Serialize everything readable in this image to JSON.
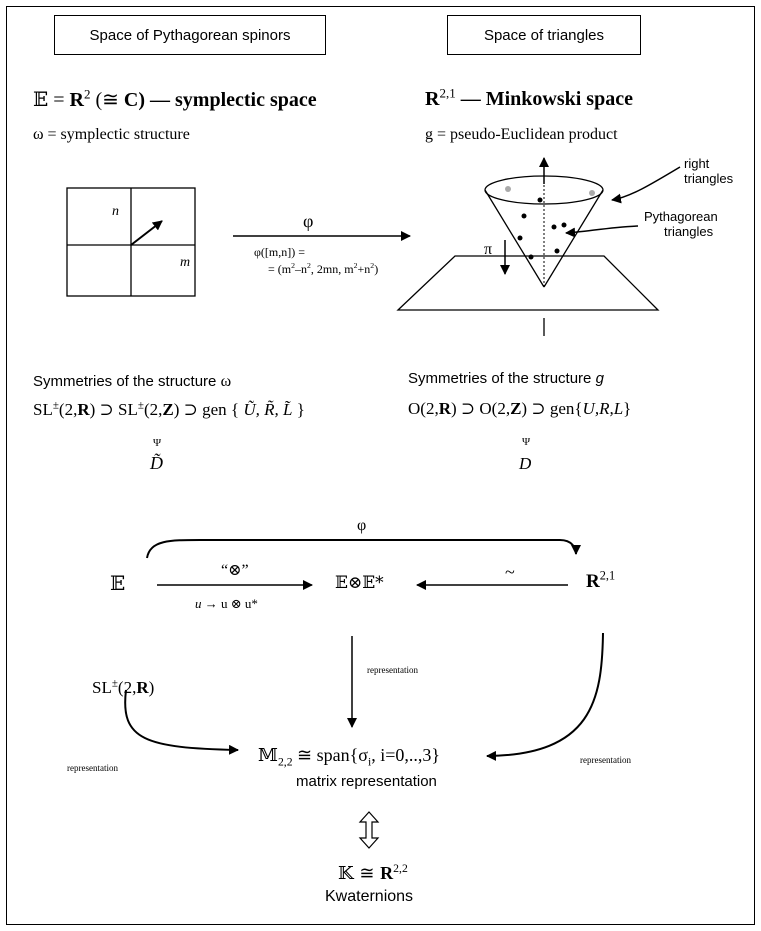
{
  "boxes": {
    "left": "Space of Pythagorean spinors",
    "right": "Space of triangles"
  },
  "left_header": {
    "E_symbol": "𝔼",
    "eq": " = ",
    "R": "R",
    "R_sup": "2",
    "iso": "  (≅ ",
    "C": "C",
    "rest": ") — symplectic space",
    "omega_line": "ω = symplectic structure"
  },
  "right_header": {
    "R": "R",
    "R_sup": "2,1",
    "rest": "  — Minkowski space",
    "g_line": "g = pseudo-Euclidean product"
  },
  "grid_labels": {
    "n": "n",
    "m": "m"
  },
  "phi_top": {
    "phi": "φ",
    "formula1": "φ([m,n]) =",
    "formula2_a": "= (m",
    "formula2_b": "–n",
    "formula2_c": ", 2mn, m",
    "formula2_d": "+n",
    "formula2_e": ")",
    "sq": "2"
  },
  "cone_labels": {
    "pi": "π",
    "right_triangles_1": "right",
    "right_triangles_2": "triangles",
    "pyth_1": "Pythagorean",
    "pyth_2": "triangles"
  },
  "symmetries_left": {
    "title": "Symmetries of the structure ",
    "omega": "ω",
    "SL": "SL",
    "pm": "±",
    "open1": "(2,",
    "R": "R",
    "close1": ")  ⊃  SL",
    "open2": "(2,",
    "Z": "Z",
    "close2": ") ⊃ gen { ",
    "gens": "Ũ, R̃, L̃",
    "end": " }",
    "psi": "Ψ",
    "D": "D̃"
  },
  "symmetries_right": {
    "title": "Symmetries of the structure ",
    "g": "g",
    "O1": "O(2,",
    "R": "R",
    "mid": ")  ⊃  O(2,",
    "Z": "Z",
    "end1": ")  ⊃  gen{",
    "gens": "U,R,L",
    "end2": "}",
    "psi": "Ψ",
    "D": "D"
  },
  "bottom": {
    "phi": "φ",
    "E": "𝔼",
    "otimes_label": "“⊗”",
    "map_u": "u",
    "map_arrow": " → ",
    "map_res": "u ⊗ u*",
    "EE": "𝔼⊗𝔼*",
    "tilde": "~",
    "R21": "R",
    "R21_sup": "2,1",
    "representation_center": "representation",
    "representation_left": "representation",
    "representation_right": "representation",
    "SL": "SL",
    "SL_sup": "±",
    "SL_rest_a": "(2,",
    "SL_R": "R",
    "SL_rest_b": ")",
    "M": "𝕄",
    "M_sub": "2,2",
    "span": " ≅ span{σ",
    "span_i": "i",
    "span_rest": ", i=0,..,3}",
    "matrix_rep": "matrix representation",
    "K": "𝕂 ≅ ",
    "K_R": "R",
    "K_sup": "2,2",
    "kwaternions": "Kwaternions"
  }
}
